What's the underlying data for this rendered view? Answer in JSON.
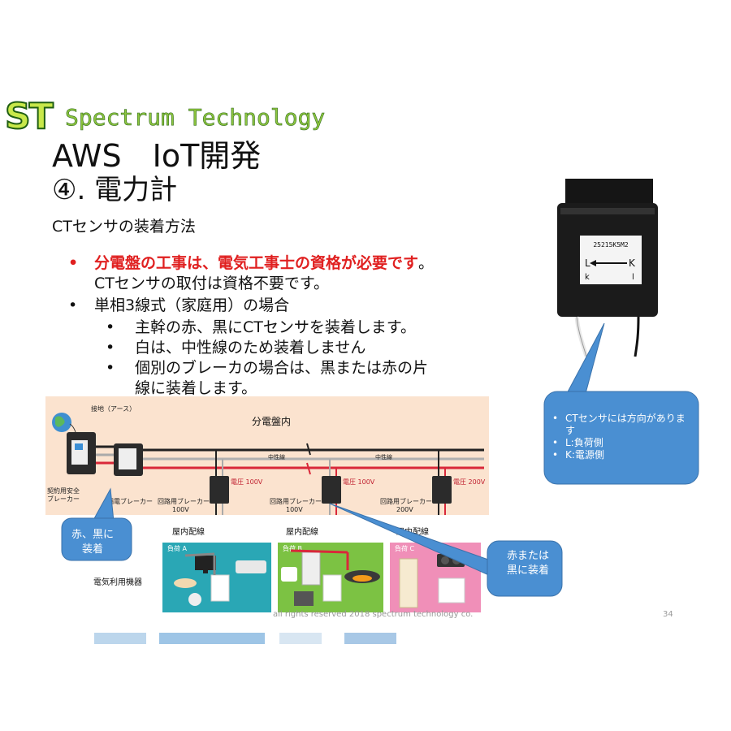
{
  "logo": {
    "mark": "ST",
    "text": "Spectrum Technology"
  },
  "title": {
    "line1": "AWS　IoT開発",
    "line2": "④. 電力計"
  },
  "subhead": "CTセンサの装着方法",
  "bullets": {
    "b1_red": "分電盤の工事は、電気工事士の資格が必要です",
    "b1_rest": "。CTセンサの取付は資格不要です。",
    "b2": "単相3線式（家庭用）の場合",
    "sub": [
      "主幹の赤、黒にCTセンサを装着します。",
      "白は、中性線のため装着しません",
      "個別のブレーカの場合は、黒または赤の片線に装着します。"
    ]
  },
  "photo": {
    "chip_code": "25215K5M2",
    "label_l": "L",
    "label_k": "K",
    "label_k2": "k",
    "label_l2": "l"
  },
  "callout_right": {
    "items": [
      "CTセンサには方向があります",
      "L:負荷側",
      "K:電源側"
    ]
  },
  "callout_left": {
    "text": "赤、黒に装着"
  },
  "callout_mid": {
    "text": "赤または黒に装着"
  },
  "diagram": {
    "title": "分電盤内",
    "earth": "接地（アース）",
    "contract_breaker": "契約用安全ブレーカー",
    "leak_breaker": "漏電ブレーカー",
    "neutral1": "中性線",
    "neutral2": "中性線",
    "v100a": "電圧 100V",
    "v100b": "電圧 100V",
    "v200": "電圧 200V",
    "circuit1": "回路用ブレーカー",
    "circuit1_v": "100V",
    "circuit2": "回路用ブレーカー",
    "circuit2_v": "100V",
    "circuit3": "回路用ブレーカー",
    "circuit3_v": "200V",
    "indoor1": "屋内配線",
    "indoor2": "屋内配線",
    "indoor3": "屋内配線",
    "load_a": "負荷 A",
    "load_b": "負荷 B",
    "load_c": "負荷 C",
    "devices": "電気利用機器"
  },
  "footer": "all rights reserved 2018 spectrum technology co.",
  "page_number": "34",
  "colors": {
    "callout_blue": "#4a8fd2",
    "red_text": "#e02020",
    "panel_bg": "#fbe3cf",
    "load_teal": "#2aa7b5",
    "load_green": "#7cc243",
    "load_pink": "#f08fb8"
  }
}
